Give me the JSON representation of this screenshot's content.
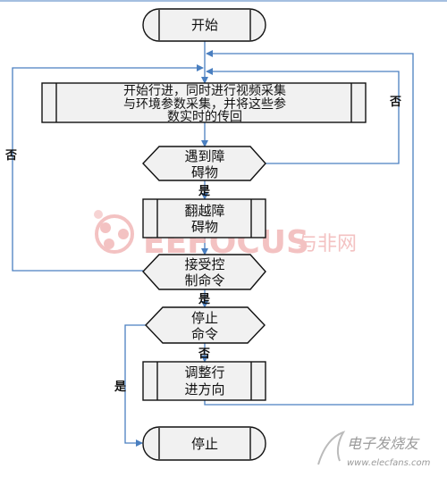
{
  "nodes": {
    "start": "开始",
    "process1": [
      "开始行进，同时进行视频采集",
      "与环境参数采集，并将这些参",
      "数实时的传回"
    ],
    "decision_obstacle": [
      "遇到障",
      "碍物"
    ],
    "process_cross": [
      "翻越障",
      "碍物"
    ],
    "decision_command": [
      "接受控",
      "制命令"
    ],
    "decision_stop": [
      "停止",
      "命令"
    ],
    "process_adjust": [
      "调整行",
      "进方向"
    ],
    "end": "停止"
  },
  "edges": {
    "obstacle_no": "否",
    "obstacle_yes": "是",
    "command_no": "否",
    "command_yes": "是",
    "stop_no": "否",
    "stop_yes": "是"
  },
  "watermark": {
    "logo_text": "EEFOCUS",
    "logo_suffix": "与非网",
    "site_cn": "电子发烧友",
    "site_url": "www.elecfans.com"
  },
  "colors": {
    "line": "#4a7fc0",
    "box_fill": "#f1f1f1",
    "border": "#111111",
    "watermark_red": "#f2b8b8"
  }
}
